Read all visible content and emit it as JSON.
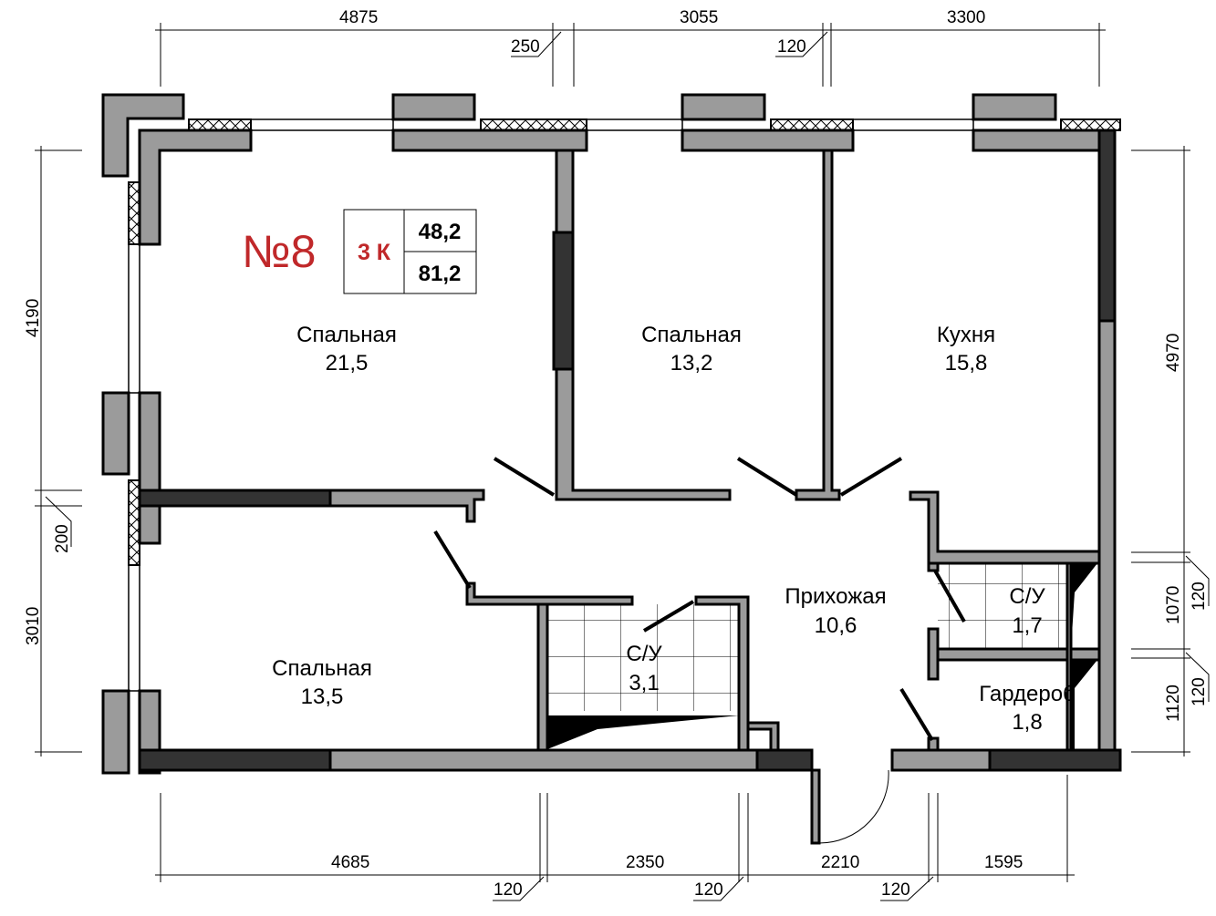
{
  "apartment": {
    "number": "№8",
    "rooms_label": "3 К",
    "living_area": "48,2",
    "total_area": "81,2",
    "accent_color": "#c0282a"
  },
  "rooms": [
    {
      "name": "Спальная",
      "area": "21,5"
    },
    {
      "name": "Спальная",
      "area": "13,2"
    },
    {
      "name": "Кухня",
      "area": "15,8"
    },
    {
      "name": "Спальная",
      "area": "13,5"
    },
    {
      "name": "С/У",
      "area": "3,1"
    },
    {
      "name": "Прихожая",
      "area": "10,6"
    },
    {
      "name": "С/У",
      "area": "1,7"
    },
    {
      "name": "Гардероб",
      "area": "1,8"
    }
  ],
  "dimensions": {
    "top": [
      "4875",
      "3055",
      "3300",
      "250",
      "120"
    ],
    "left": [
      "4190",
      "200",
      "3010"
    ],
    "right": [
      "4970",
      "1070",
      "120",
      "1120",
      "120"
    ],
    "bottom": [
      "4685",
      "2350",
      "2210",
      "1595",
      "120",
      "120",
      "120"
    ]
  }
}
